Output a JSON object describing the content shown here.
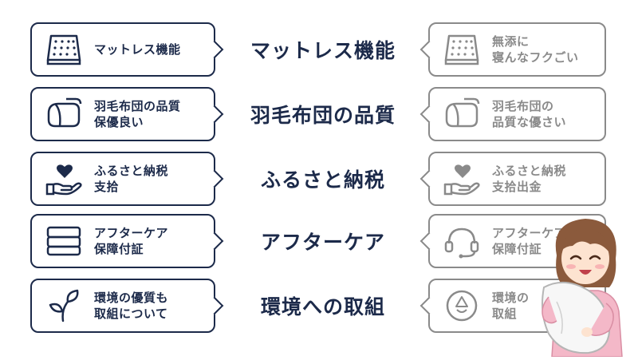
{
  "colors": {
    "navy": "#1c2a4a",
    "gray": "#8a8a8a",
    "pink": "#f4b8c8",
    "hair": "#8b5a3c"
  },
  "rows": [
    {
      "left_icon": "mattress-icon",
      "left_label": "マットレス機能",
      "title": "マットレス機能",
      "right_icon": "mattress-icon",
      "right_label": "無添に\n寝んなフクごい"
    },
    {
      "left_icon": "futon-icon",
      "left_label": "羽毛布団の品質\n保優良い",
      "title": "羽毛布団の品質",
      "right_icon": "futon-icon",
      "right_label": "羽毛布団の\n品質な優さい"
    },
    {
      "left_icon": "heart-hand-icon",
      "left_label": "ふるさと納税\n支拾",
      "title": "ふるさと納税",
      "right_icon": "heart-hand-icon",
      "right_label": "ふるさと納税\n支拾出金"
    },
    {
      "left_icon": "mattress-stack-icon",
      "left_label": "アフターケア\n保障付証",
      "title": "アフターケア",
      "right_icon": "headset-icon",
      "right_label": "アフターケア\n保障付証"
    },
    {
      "left_icon": "leaf-icon",
      "left_label": "環境の優質も\n取組について",
      "title": "環境への取組",
      "right_icon": "recycle-icon",
      "right_label": "環境の\n取組"
    }
  ]
}
